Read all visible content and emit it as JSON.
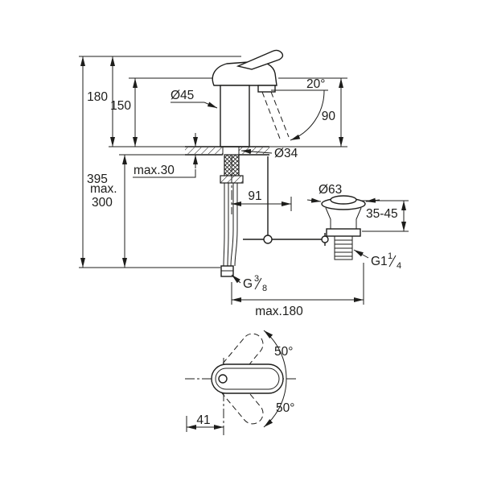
{
  "page": {
    "background": "#ffffff",
    "kind": "faucet-installation-technical-drawing"
  },
  "drawing": {
    "line_color": "#1d1d1b",
    "labels": {
      "d180": "180",
      "d150": "150",
      "d395": "395",
      "max300_l1": "max.",
      "max300_l2": "300",
      "dia45": "Ø45",
      "angle20": "20°",
      "d90": "90",
      "dia34": "Ø34",
      "max30": "max.30",
      "d91": "91",
      "dia63": "Ø63",
      "range3545": "35-45",
      "g114_base": "G1",
      "g114_num": "1",
      "g114_den": "4",
      "g38_base": "G",
      "g38_num": "3",
      "g38_den": "8",
      "max180": "max.180",
      "angle50_top": "50°",
      "angle50_bottom": "50°",
      "d41": "41"
    }
  }
}
